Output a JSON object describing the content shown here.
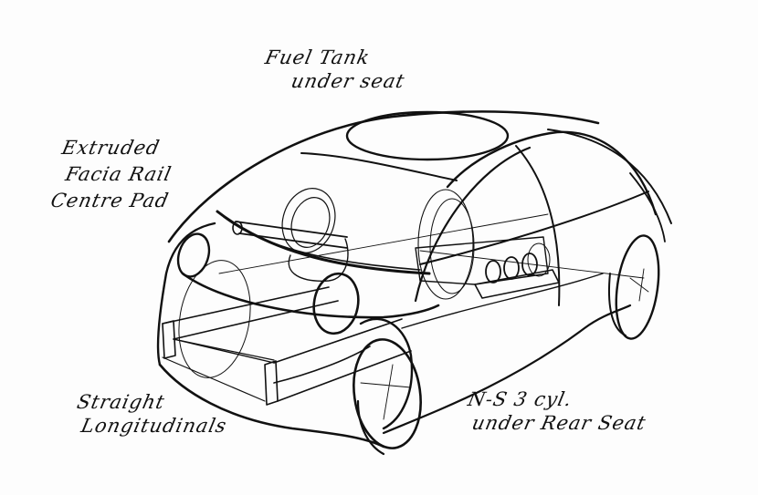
{
  "figure": {
    "type": "concept car design sketch",
    "background": "#fdfdfd",
    "ink": "#111111"
  },
  "annotations": {
    "fuel_tank": {
      "line1": "Fuel Tank",
      "line2": "under seat"
    },
    "facia": {
      "line1": "Extruded",
      "line2": "Facia Rail",
      "line3": "Centre Pad"
    },
    "longitudinals": {
      "line1": "Straight",
      "line2": "Longitudinals"
    },
    "engine": {
      "line1": "N-S 3 cyl.",
      "line2": "under Rear Seat"
    }
  }
}
